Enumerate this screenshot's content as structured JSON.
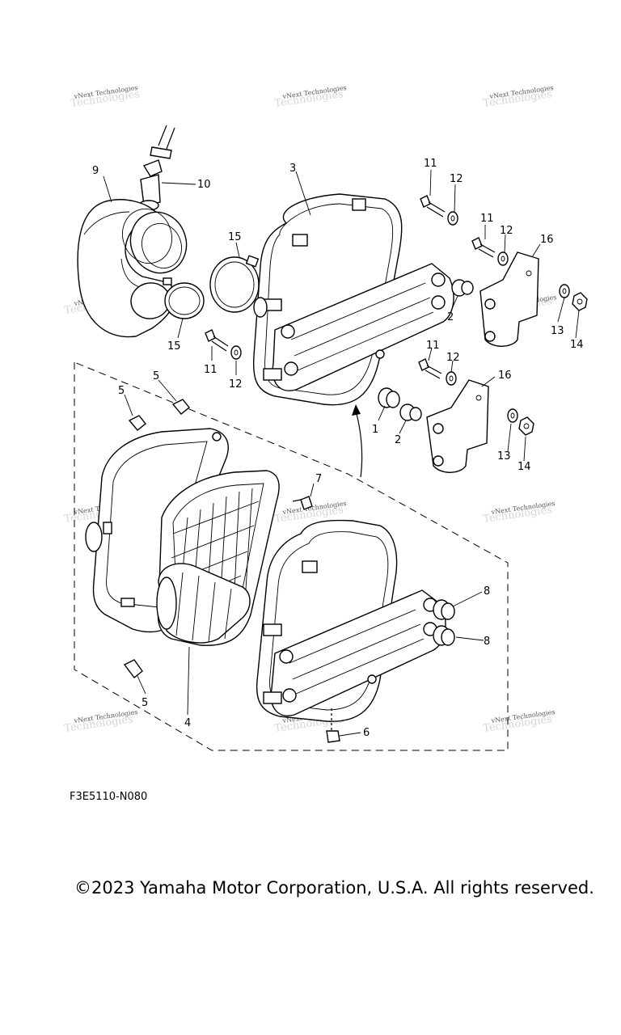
{
  "diagram": {
    "code": "F3E5110-N080",
    "callouts": [
      {
        "id": "c9",
        "label": "9"
      },
      {
        "id": "c10",
        "label": "10"
      },
      {
        "id": "c3",
        "label": "3"
      },
      {
        "id": "c11a",
        "label": "11"
      },
      {
        "id": "c12a",
        "label": "12"
      },
      {
        "id": "c11b",
        "label": "11"
      },
      {
        "id": "c12b",
        "label": "12"
      },
      {
        "id": "c16a",
        "label": "16"
      },
      {
        "id": "c15a",
        "label": "15"
      },
      {
        "id": "c2a",
        "label": "2"
      },
      {
        "id": "c13a",
        "label": "13"
      },
      {
        "id": "c14a",
        "label": "14"
      },
      {
        "id": "c15b",
        "label": "15"
      },
      {
        "id": "c11c",
        "label": "11"
      },
      {
        "id": "c12c",
        "label": "12"
      },
      {
        "id": "c11d",
        "label": "11"
      },
      {
        "id": "c12d",
        "label": "12"
      },
      {
        "id": "c16b",
        "label": "16"
      },
      {
        "id": "c5a",
        "label": "5"
      },
      {
        "id": "c5b",
        "label": "5"
      },
      {
        "id": "c1",
        "label": "1"
      },
      {
        "id": "c2b",
        "label": "2"
      },
      {
        "id": "c13b",
        "label": "13"
      },
      {
        "id": "c14b",
        "label": "14"
      },
      {
        "id": "c7",
        "label": "7"
      },
      {
        "id": "c8a",
        "label": "8"
      },
      {
        "id": "c8b",
        "label": "8"
      },
      {
        "id": "c5c",
        "label": "5"
      },
      {
        "id": "c4",
        "label": "4"
      },
      {
        "id": "c6",
        "label": "6"
      }
    ],
    "watermark": "vNext Technologies"
  },
  "footer": {
    "copyright": "©2023 Yamaha Motor Corporation, U.S.A. All rights reserved."
  }
}
